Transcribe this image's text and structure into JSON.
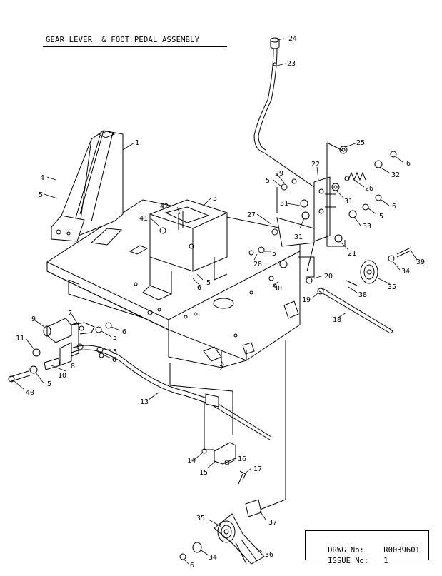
{
  "title": "GEAR LEVER  & FOOT PEDAL ASSEMBLY",
  "title_block": {
    "drwg_label": "DRWG No:",
    "drwg_value": "R0039601",
    "issue_label": "ISSUE No:",
    "issue_value": "1"
  },
  "callouts": [
    {
      "id": "c1",
      "label": "1"
    },
    {
      "id": "c2",
      "label": "2"
    },
    {
      "id": "c3",
      "label": "3"
    },
    {
      "id": "c4",
      "label": "4"
    },
    {
      "id": "c5a",
      "label": "5"
    },
    {
      "id": "c5b",
      "label": "5"
    },
    {
      "id": "c5c",
      "label": "5"
    },
    {
      "id": "c5d",
      "label": "5"
    },
    {
      "id": "c5e",
      "label": "5"
    },
    {
      "id": "c5f",
      "label": "5"
    },
    {
      "id": "c5g",
      "label": "5"
    },
    {
      "id": "c5h",
      "label": "5"
    },
    {
      "id": "c6a",
      "label": "6"
    },
    {
      "id": "c6b",
      "label": "6"
    },
    {
      "id": "c6c",
      "label": "6"
    },
    {
      "id": "c6d",
      "label": "6"
    },
    {
      "id": "c6e",
      "label": "6"
    },
    {
      "id": "c6f",
      "label": "6"
    },
    {
      "id": "c7",
      "label": "7"
    },
    {
      "id": "c8",
      "label": "8"
    },
    {
      "id": "c9",
      "label": "9"
    },
    {
      "id": "c10",
      "label": "10"
    },
    {
      "id": "c11",
      "label": "11"
    },
    {
      "id": "c13",
      "label": "13"
    },
    {
      "id": "c14",
      "label": "14"
    },
    {
      "id": "c15",
      "label": "15"
    },
    {
      "id": "c16",
      "label": "16"
    },
    {
      "id": "c17",
      "label": "17"
    },
    {
      "id": "c18",
      "label": "18"
    },
    {
      "id": "c19",
      "label": "19"
    },
    {
      "id": "c20",
      "label": "20"
    },
    {
      "id": "c21",
      "label": "21"
    },
    {
      "id": "c22",
      "label": "22"
    },
    {
      "id": "c23",
      "label": "23"
    },
    {
      "id": "c24",
      "label": "24"
    },
    {
      "id": "c25",
      "label": "25"
    },
    {
      "id": "c26",
      "label": "26"
    },
    {
      "id": "c27",
      "label": "27"
    },
    {
      "id": "c28",
      "label": "28"
    },
    {
      "id": "c29",
      "label": "29"
    },
    {
      "id": "c30",
      "label": "30"
    },
    {
      "id": "c31a",
      "label": "31"
    },
    {
      "id": "c31b",
      "label": "31"
    },
    {
      "id": "c31c",
      "label": "31"
    },
    {
      "id": "c32",
      "label": "32"
    },
    {
      "id": "c33",
      "label": "33"
    },
    {
      "id": "c34a",
      "label": "34"
    },
    {
      "id": "c34b",
      "label": "34"
    },
    {
      "id": "c35a",
      "label": "35"
    },
    {
      "id": "c35b",
      "label": "35"
    },
    {
      "id": "c36",
      "label": "36"
    },
    {
      "id": "c37",
      "label": "37"
    },
    {
      "id": "c38",
      "label": "38"
    },
    {
      "id": "c39",
      "label": "39"
    },
    {
      "id": "c40",
      "label": "40"
    },
    {
      "id": "c41",
      "label": "41"
    },
    {
      "id": "c42",
      "label": "42"
    }
  ]
}
